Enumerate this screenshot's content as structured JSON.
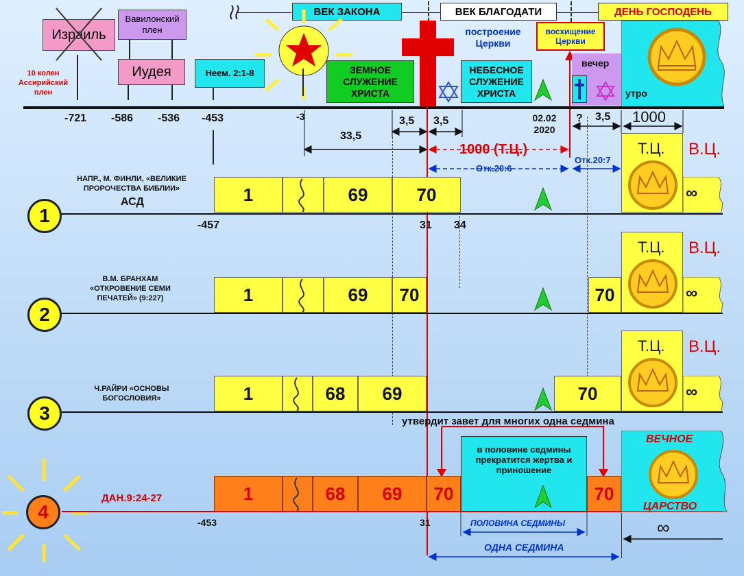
{
  "header": {
    "ages": [
      "ВЕК ЗАКОНА",
      "ВЕК БЛАГОДАТИ",
      "ДЕНЬ ГОСПОДЕНЬ"
    ],
    "israel": "Израиль",
    "babylon": "Вавилонский плен",
    "judea": "Иудея",
    "assyria": "10 колен Ассирийский плен",
    "nehemiah": "Неем. 2:1-8",
    "earthly": "ЗЕМНОЕ СЛУЖЕНИЕ ХРИСТА",
    "church_building": "построение Церкви",
    "heavenly": "НЕБЕСНОЕ СЛУЖЕНИЕ ХРИСТА",
    "rapture": "восхищение Церкви",
    "evening": "вечер",
    "morning": "утро"
  },
  "timeline": {
    "years": [
      "-721",
      "-586",
      "-536",
      "-453",
      "-3",
      "02.02 2020",
      "?"
    ],
    "spans": {
      "s335": "33,5",
      "s35a": "3,5",
      "s35b": "3,5",
      "s35c": "3,5",
      "s1000": "1000",
      "tc1000": "1000 (Т.Ц.)",
      "rev206": "Отк.20:6",
      "rev207": "Отк.20:7"
    }
  },
  "rows": [
    {
      "num": "1",
      "source": "НАПР., М. ФИНЛИ, «ВЕЛИКИЕ ПРОРОЧЕСТВА БИБЛИИ»",
      "sub": "АСД",
      "cells": [
        "1",
        "69",
        "70"
      ],
      "years": [
        "-457",
        "31",
        "34"
      ]
    },
    {
      "num": "2",
      "source": "В.М. БРАНХАМ «ОТКРОВЕНИЕ СЕМИ ПЕЧАТЕЙ» (9:227)",
      "cells": [
        "1",
        "69",
        "70",
        "70"
      ]
    },
    {
      "num": "3",
      "source": "Ч.РАЙРИ «ОСНОВЫ БОГОСЛОВИЯ»",
      "cells": [
        "1",
        "68",
        "69",
        "70"
      ]
    },
    {
      "num": "4",
      "source": "ДАН.9:24-27",
      "cells": [
        "1",
        "68",
        "69",
        "70",
        "70"
      ],
      "years": [
        "-453",
        "31"
      ]
    }
  ],
  "labels": {
    "tc": "Т.Ц.",
    "vc": "В.Ц.",
    "infinity": "∞",
    "covenant": "утвердит завет для многих одна седмина",
    "sacrifice": "в половине седмины прекратится жертва и приношение",
    "half_week": "ПОЛОВИНА СЕДМИНЫ",
    "one_week": "ОДНА СЕДМИНА",
    "eternal_1": "ВЕЧНОЕ",
    "eternal_2": "ЦАРСТВО"
  },
  "colors": {
    "yellow": "#ffff44",
    "orange": "#ff7f1a",
    "red": "#e00000",
    "cyan": "#1ee8ee",
    "green": "#11cc22",
    "pink": "#f49ac8",
    "purple": "#cc99ee",
    "blue": "#0033cc"
  },
  "icons": [
    "sun-icon",
    "star-icon",
    "cross-icon",
    "star-of-david-icon",
    "arrow-up-icon",
    "crown-icon",
    "infinity-icon"
  ]
}
